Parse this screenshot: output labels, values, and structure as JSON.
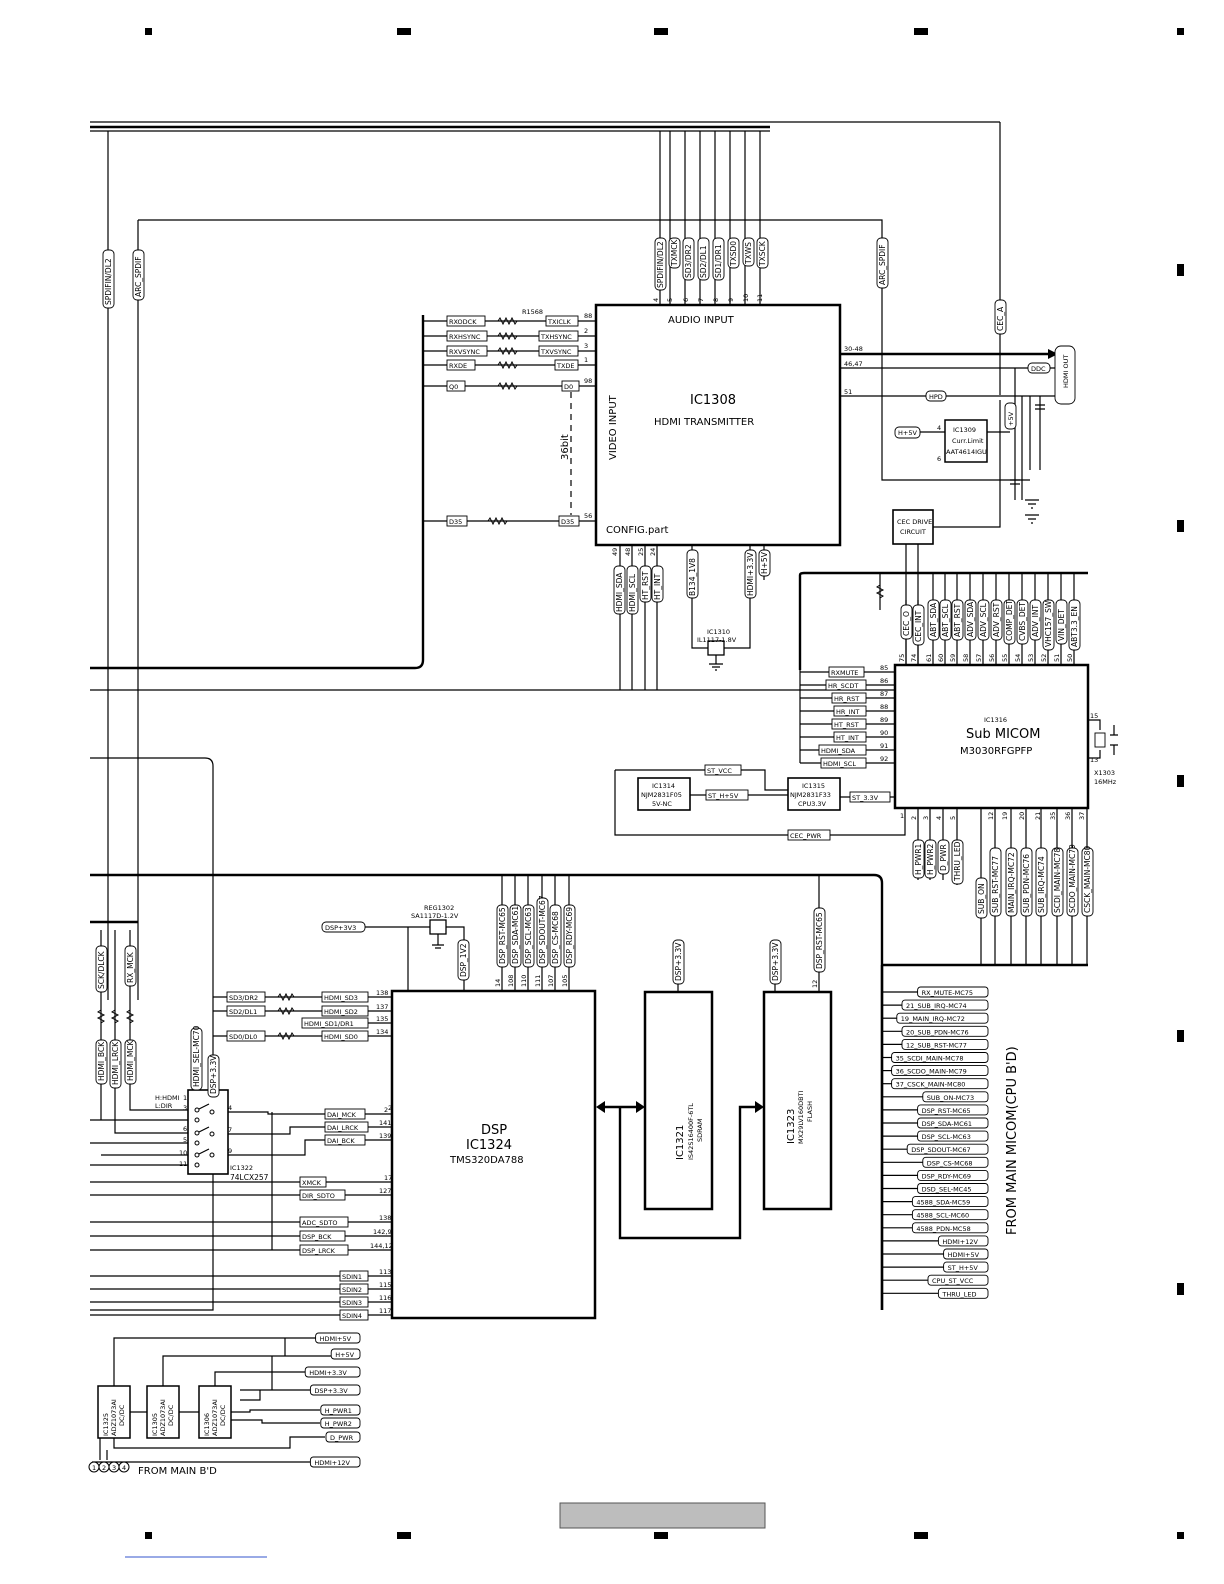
{
  "ic1308": {
    "line1": "IC1308",
    "line2": "HDMI TRANSMITTER",
    "audio": "AUDIO INPUT",
    "video": "VIDEO INPUT",
    "config": "CONFIG.part",
    "bus": "36bit",
    "top_pins": [
      [
        "SPDIFIN/DL2",
        "4"
      ],
      [
        "TXMCK",
        "5"
      ],
      [
        "SD3/DR2",
        "6"
      ],
      [
        "SD2/DL1",
        "7"
      ],
      [
        "SD1/DR1",
        "8"
      ],
      [
        "TXSD0",
        "9"
      ],
      [
        "TXWS",
        "10"
      ],
      [
        "TXSCK",
        "11"
      ]
    ],
    "left_in": [
      [
        "RXODCK",
        "TXICLK",
        "88"
      ],
      [
        "RXHSYNC",
        "TXHSYNC",
        "2"
      ],
      [
        "RXVSYNC",
        "TXVSYNC",
        "3"
      ],
      [
        "RXDE",
        "TXDE",
        "1"
      ],
      [
        "Q0",
        "D0",
        "98"
      ],
      [
        "D35",
        "D35",
        "56"
      ]
    ],
    "resistor_ref": "R1568",
    "bottom_pins": [
      [
        "HDMI_SDA",
        "49"
      ],
      [
        "HDMI_SCL",
        "48"
      ],
      [
        "HT_RST",
        "25"
      ],
      [
        "HT_INT",
        "24"
      ],
      [
        "B134_1V8",
        ""
      ],
      [
        "HDMI+3.3V",
        ""
      ],
      [
        "H+5V",
        ""
      ]
    ],
    "right_pins": [
      [
        "30-48",
        ""
      ],
      [
        "46,47",
        "DDC"
      ],
      [
        "51",
        "HPD"
      ]
    ]
  },
  "hdmi_out": "HDMI OUT",
  "ic1309": {
    "line1": "IC1309",
    "line2": "Curr.Limit",
    "line3": "AAT4614IGU",
    "in": "H+5V",
    "out": "+5V",
    "p4": "4",
    "p6": "6"
  },
  "cec_a": "CEC_A",
  "arc_spdif": "ARC_SPDIF",
  "left_top": [
    "SPDIFIN/DL2",
    "ARC_SPDIF"
  ],
  "cec_drive": [
    "CEC DRIVE",
    "CIRCUIT"
  ],
  "ic1310": {
    "line1": "IC1310",
    "line2": "IL1117-1.8V"
  },
  "ic1316": {
    "line1": "IC1316",
    "line2": "Sub MICOM",
    "line3": "M3030RFGPFP",
    "top_pins": [
      [
        "CEC_O",
        "75"
      ],
      [
        "CEC_INT",
        "74"
      ],
      [
        "ABT_SDA",
        "61"
      ],
      [
        "ABT_SCL",
        "60"
      ],
      [
        "ABT_RST",
        "59"
      ],
      [
        "ADV_SDA",
        "58"
      ],
      [
        "ADV_SCL",
        "57"
      ],
      [
        "ADV_RST",
        "56"
      ],
      [
        "COMP_DET",
        "55"
      ],
      [
        "CVBS_DET",
        "54"
      ],
      [
        "ADV_INT",
        "53"
      ],
      [
        "VHC157_SW",
        "52"
      ],
      [
        "VIN_DET",
        "51"
      ],
      [
        "ABT3.3_EN",
        "50"
      ]
    ],
    "left_pins": [
      [
        "RXMUTE",
        "85"
      ],
      [
        "HR_SCDT",
        "86"
      ],
      [
        "HR_RST",
        "87"
      ],
      [
        "HR_INT",
        "88"
      ],
      [
        "HT_RST",
        "89"
      ],
      [
        "HT_INT",
        "90"
      ],
      [
        "HDMI_SDA",
        "91"
      ],
      [
        "HDMI_SCL",
        "92"
      ]
    ],
    "bottom_pins": [
      [
        "H_PWR1",
        "2"
      ],
      [
        "H_PWR2",
        "3"
      ],
      [
        "D_PWR",
        "4"
      ],
      [
        "THRU_LED",
        "5"
      ],
      [
        "SUB_ON",
        "12"
      ],
      [
        "SUB_RST-MC77",
        "19"
      ],
      [
        "MAIN_IRQ-MC72",
        "20"
      ],
      [
        "SUB_PDN-MC76",
        "21"
      ],
      [
        "SUB_IRQ-MC74",
        "35"
      ],
      [
        "SCDI_MAIN-MC78",
        "36"
      ],
      [
        "SCDO_MAIN-MC79",
        "37"
      ],
      [
        "CSCK_MAIN-MC80",
        ""
      ]
    ],
    "xtal": [
      "X1303",
      "16MHz"
    ],
    "xp1": "15",
    "xp2": "13"
  },
  "ic1314": {
    "line1": "IC1314",
    "line2": "NJM2831F05",
    "line3": "5V-NC"
  },
  "ic1315": {
    "line1": "IC1315",
    "line2": "NJM2831F33",
    "line3": "CPU3.3V"
  },
  "power_tags": {
    "st_vcc": "ST_VCC",
    "st_h5v": "ST_H+5V",
    "st_33v": "ST_3.3V",
    "cec_pwr": "CEC_PWR",
    "p1": "1"
  },
  "reg1302": {
    "line1": "REG1302",
    "line2": "SA1117D-1.2V",
    "in": "DSP+3V3",
    "out": "DSP_1V2"
  },
  "dsp_top": [
    [
      "DSP_RST-MC65",
      "14"
    ],
    [
      "DSP_SDA-MC61",
      "108"
    ],
    [
      "DSP_SCL-MC63",
      "110"
    ],
    [
      "DSP_SDOUT-MC67",
      "111"
    ],
    [
      "DSP_CS-MC68",
      "107"
    ],
    [
      "DSP_RDY-MC69",
      "105"
    ]
  ],
  "ic1324": {
    "line1": "DSP",
    "line2": "IC1324",
    "line3": "TMS320DA788",
    "left_in": [
      [
        "SD3/DR2",
        "HDMI_SD3",
        "138"
      ],
      [
        "SD2/DL1",
        "HDMI_SD2",
        "137"
      ],
      [
        "",
        "HDMI_SD1/DR1",
        "135"
      ],
      [
        "SD0/DL0",
        "HDMI_SD0",
        "134"
      ]
    ],
    "dai": [
      [
        "DAI_MCK",
        "2"
      ],
      [
        "DAI_LRCK",
        "141"
      ],
      [
        "DAI_BCK",
        "139"
      ]
    ],
    "misc": [
      [
        "XMCK",
        "17"
      ],
      [
        "DIR_SDTO",
        "127"
      ],
      [
        "ADC_SDTO",
        "138"
      ],
      [
        "DSP_BCK",
        "142,9"
      ],
      [
        "DSP_LRCK",
        "144,12"
      ]
    ],
    "sdin": [
      [
        "SDIN1",
        "113"
      ],
      [
        "SDIN2",
        "115"
      ],
      [
        "SDIN3",
        "116"
      ],
      [
        "SDIN4",
        "117"
      ]
    ]
  },
  "ic1321": {
    "line1": "IC1321",
    "line2": "IS42S16400F-6TL",
    "line3": "SDRAM",
    "tag": "DSP+3.3V"
  },
  "ic1323": {
    "line1": "IC1323",
    "line2": "MX29LV160DBTI",
    "line3": "FLASH",
    "tag": "DSP+3.3V",
    "rst": "DSP_RST-MC65",
    "rstpin": "12"
  },
  "ic1322": {
    "line1": "IC1322",
    "line2": "74LCX257",
    "sel": "HDMI_SEL-MC70",
    "vcc": "DSP+3.3V",
    "note1": "H:HDMI",
    "note2": "L:DIR",
    "left_tags": [
      "HDMI_BCK",
      "HDMI_LRCK",
      "HDMI_MCK"
    ],
    "top_tags": [
      "SCK/DLCK",
      "RX_MCK"
    ],
    "pins_left": [
      "1",
      "3",
      "6",
      "5",
      "10",
      "11"
    ],
    "pins_right": [
      "4",
      "7",
      "9"
    ],
    "pin2": "2"
  },
  "right_list": [
    "RX_MUTE-MC75",
    "21_SUB_IRQ-MC74",
    "19_MAIN_IRQ-MC72",
    "20_SUB_PDN-MC76",
    "12_SUB_RST-MC77",
    "35_SCDI_MAIN-MC78",
    "36_SCDO_MAIN-MC79",
    "37_CSCK_MAIN-MC80",
    "SUB_ON-MC73",
    "DSP_RST-MC65",
    "DSP_SDA-MC61",
    "DSP_SCL-MC63",
    "DSP_SDOUT-MC67",
    "DSP_CS-MC68",
    "DSP_RDY-MC69",
    "DSD_SEL-MC45",
    "4588_SDA-MC59",
    "4588_SCL-MC60",
    "4588_PDN-MC58",
    "HDMI+12V",
    "HDMI+5V",
    "ST_H+5V",
    "CPU_ST_VCC",
    "THRU_LED"
  ],
  "right_title": "FROM MAIN MICOM(CPU B'D)",
  "dcdc": [
    [
      "IC1325",
      "ADZ1073AI",
      "DC/DC"
    ],
    [
      "IC1305",
      "ADZ1073AI",
      "DC/DC"
    ],
    [
      "IC1306",
      "ADZ1073AI",
      "DC/DC"
    ]
  ],
  "dcdc_outs": [
    "HDMI+5V",
    "H+5V",
    "HDMI+3.3V",
    "DSP+3.3V",
    "H_PWR1",
    "H_PWR2",
    "D_PWR",
    "HDMI+12V"
  ],
  "conn_pins": [
    "1",
    "2",
    "3",
    "4"
  ],
  "from_main": "FROM MAIN B'D"
}
